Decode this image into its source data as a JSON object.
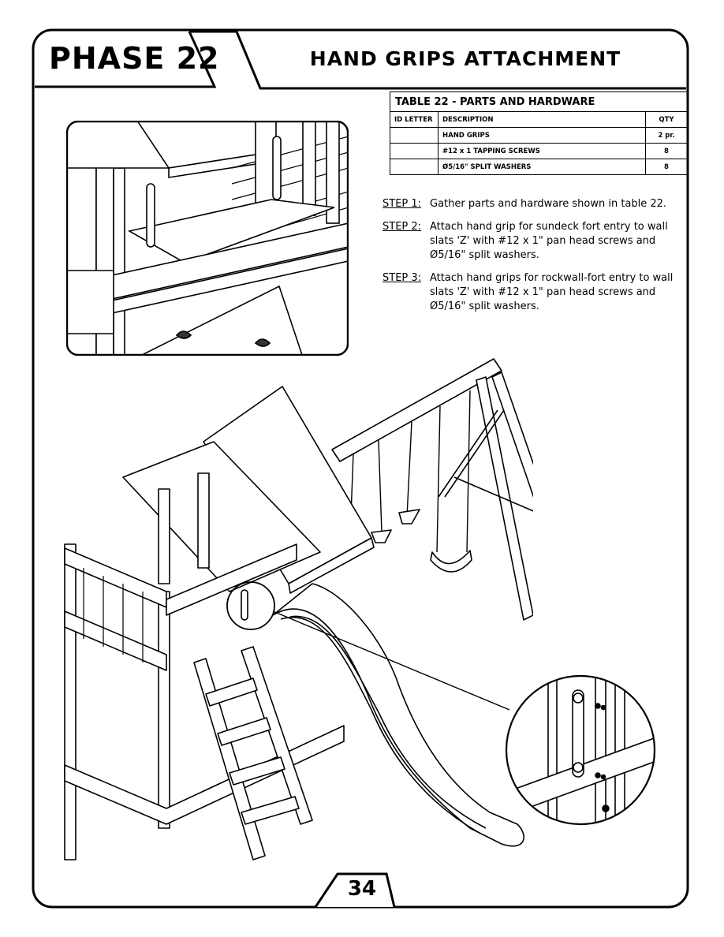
{
  "header": {
    "phase_label": "PHASE 22",
    "title": "HAND GRIPS ATTACHMENT"
  },
  "parts_table": {
    "caption": "TABLE 22 - PARTS AND HARDWARE",
    "columns": [
      "ID LETTER",
      "DESCRIPTION",
      "QTY"
    ],
    "rows": [
      {
        "id": "",
        "description": "HAND GRIPS",
        "qty": "2 pr."
      },
      {
        "id": "",
        "description": "#12 x 1 TAPPING SCREWS",
        "qty": "8"
      },
      {
        "id": "",
        "description": "Ø5/16\" SPLIT WASHERS",
        "qty": "8"
      }
    ]
  },
  "steps": [
    {
      "label": "STEP 1:",
      "text": "Gather parts and hardware shown in table 22."
    },
    {
      "label": "STEP 2:",
      "text": "Attach hand grip for sundeck fort entry to wall slats 'Z' with #12 x 1\" pan head screws and Ø5/16\" split washers."
    },
    {
      "label": "STEP 3:",
      "text": "Attach hand grips for rockwall-fort entry to wall slats 'Z' with #12 x 1\" pan head screws and Ø5/16\" split washers."
    }
  ],
  "page_number": "34"
}
